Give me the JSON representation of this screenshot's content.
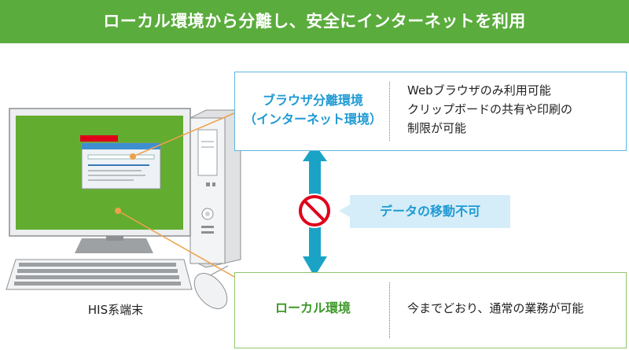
{
  "title": "ローカル環境から分離し、安全にインターネットを利用",
  "browser_env": {
    "label_lines": [
      "ブラウザ分離環境",
      "（インターネット環境）"
    ],
    "desc_lines": [
      "Webブラウザのみ利用可能",
      "クリップボードの共有や印刷の",
      "制限が可能"
    ]
  },
  "local_env": {
    "label": "ローカル環境",
    "desc": "今までどおり、通常の業務が可能"
  },
  "no_transfer_label": "データの移動不可",
  "terminal_label": "HIS系端末",
  "colors": {
    "banner": "#5aac3c",
    "browser_accent": "#1f9ad4",
    "local_accent": "#3e9a2a",
    "connector": "#f0a04a",
    "arrow": "#1ba3c6",
    "prohibited": "#e0001b"
  },
  "icons": {
    "no_entry": "prohibited-icon",
    "arrow": "double-headed-arrow"
  }
}
